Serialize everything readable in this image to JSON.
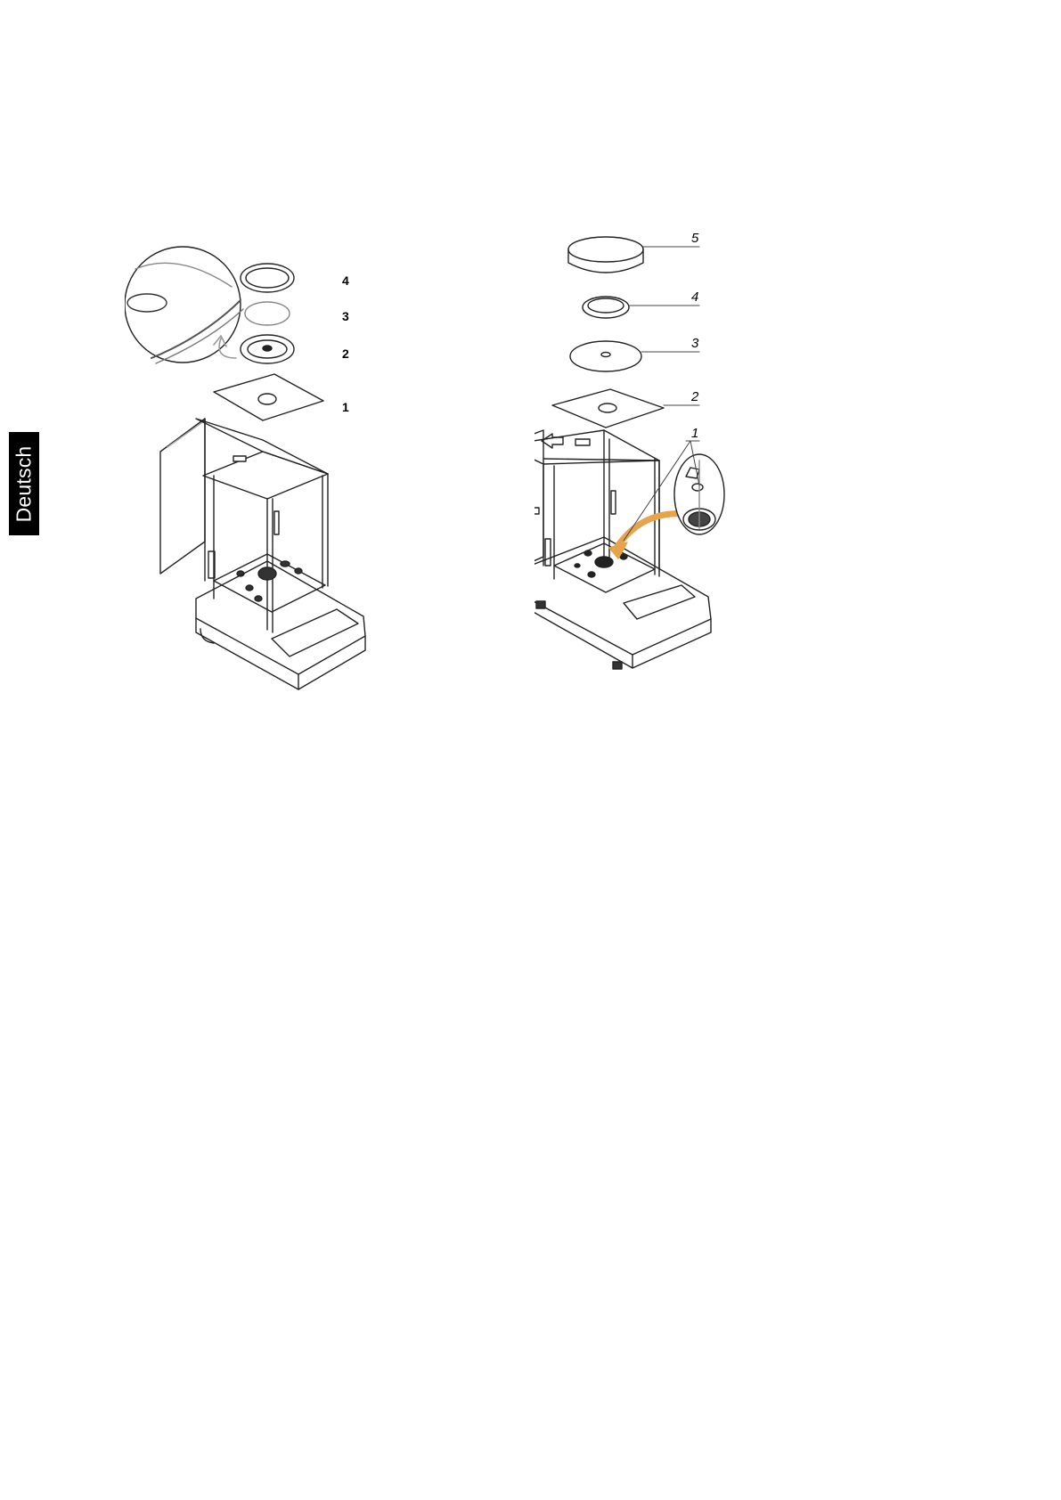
{
  "side_tab": {
    "label": "Deutsch"
  },
  "figures": {
    "left": {
      "callouts": [
        "4",
        "3",
        "2",
        "1"
      ]
    },
    "right": {
      "callouts": [
        "5",
        "4",
        "3",
        "2",
        "1"
      ]
    }
  },
  "colors": {
    "arrow_accent": "#e8a24a",
    "tab_background": "#000000"
  }
}
